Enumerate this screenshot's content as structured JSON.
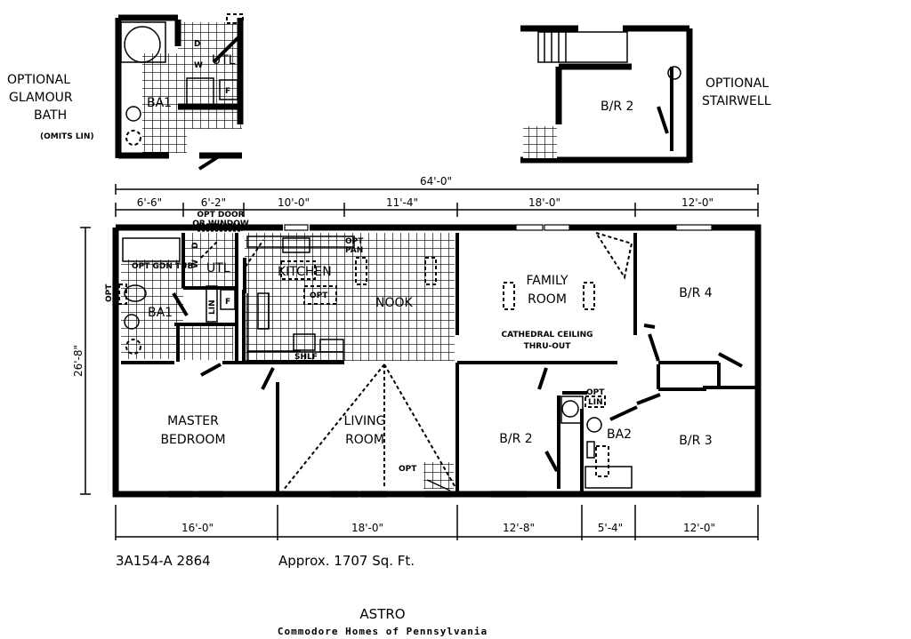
{
  "insets": {
    "glamour_bath": {
      "title_line1": "OPTIONAL",
      "title_line2": "GLAMOUR",
      "title_line3": "BATH",
      "note": "(OMITS LIN)",
      "wd_w": "W",
      "wd_d": "D",
      "utl": "UTL",
      "f": "F",
      "ba1": "BA1"
    },
    "stairwell": {
      "title_line1": "OPTIONAL",
      "title_line2": "STAIRWELL",
      "br2": "B/R 2"
    }
  },
  "dimensions": {
    "overall_width": "64'-0\"",
    "overall_depth": "26'-8\"",
    "top": [
      "6'-6\"",
      "6'-2\"",
      "10'-0\"",
      "11'-4\"",
      "18'-0\"",
      "12'-0\""
    ],
    "bottom": [
      "16'-0\"",
      "18'-0\"",
      "12'-8\"",
      "5'-4\"",
      "12'-0\""
    ]
  },
  "rooms": {
    "kitchen": "KITCHEN",
    "nook": "NOOK",
    "family_room_1": "FAMILY",
    "family_room_2": "ROOM",
    "cathedral_1": "CATHEDRAL CEILING",
    "cathedral_2": "THRU-OUT",
    "br4": "B/R 4",
    "br3": "B/R 3",
    "br2": "B/R 2",
    "ba2": "BA2",
    "ba1": "BA1",
    "utl": "UTL",
    "master_1": "MASTER",
    "master_2": "BEDROOM",
    "living_1": "LIVING",
    "living_2": "ROOM"
  },
  "notes": {
    "opt_door_1": "OPT DOOR",
    "opt_door_2": "OR WINDOW",
    "opt_pan_1": "OPT",
    "opt_pan_2": "PAN",
    "opt_gdn_tub": "OPT GDN TUB",
    "opt_side": "OPT",
    "opt_island": "OPT",
    "opt_fireplace": "OPT",
    "opt_lin_1": "OPT",
    "opt_lin_2": "LIN",
    "shlf": "SHLF",
    "lin": "LIN",
    "f": "F",
    "w": "W",
    "d": "D"
  },
  "footer": {
    "model_code": "3A154-A 2864",
    "area": "Approx. 1707 Sq. Ft.",
    "model_name": "ASTRO",
    "company": "Commodore Homes of Pennsylvania"
  }
}
